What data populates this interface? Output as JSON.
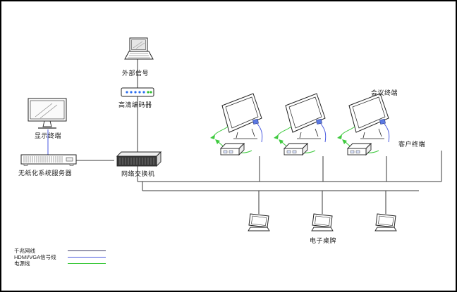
{
  "nodes": {
    "external_signal": {
      "label": "外部信号"
    },
    "hd_encoder": {
      "label": "高清编码器"
    },
    "display_terminal": {
      "label": "显示终端"
    },
    "server": {
      "label": "无纸化系统服务器"
    },
    "network_switch": {
      "label": "网络交换机"
    },
    "conference_terminal": {
      "label": "会议终端"
    },
    "client_terminal": {
      "label": "客户终端"
    },
    "desk_card": {
      "label": "电子桌牌"
    }
  },
  "legend": {
    "items": [
      {
        "label": "千兆网线",
        "color": "#3d3a66"
      },
      {
        "label": "HDMI/VGA信号线",
        "color": "#4a5ae0"
      },
      {
        "label": "电源线",
        "color": "#3fca3f"
      }
    ]
  },
  "colors": {
    "wire": "#3a3a3a",
    "signal_blue": "#4a5ae0",
    "power_green": "#3fca3f",
    "device_outline": "#222222",
    "switch_face": "#3a3a3a",
    "encoder_led_blue": "#2a6df0",
    "encoder_led_green": "#2fbf2f"
  }
}
